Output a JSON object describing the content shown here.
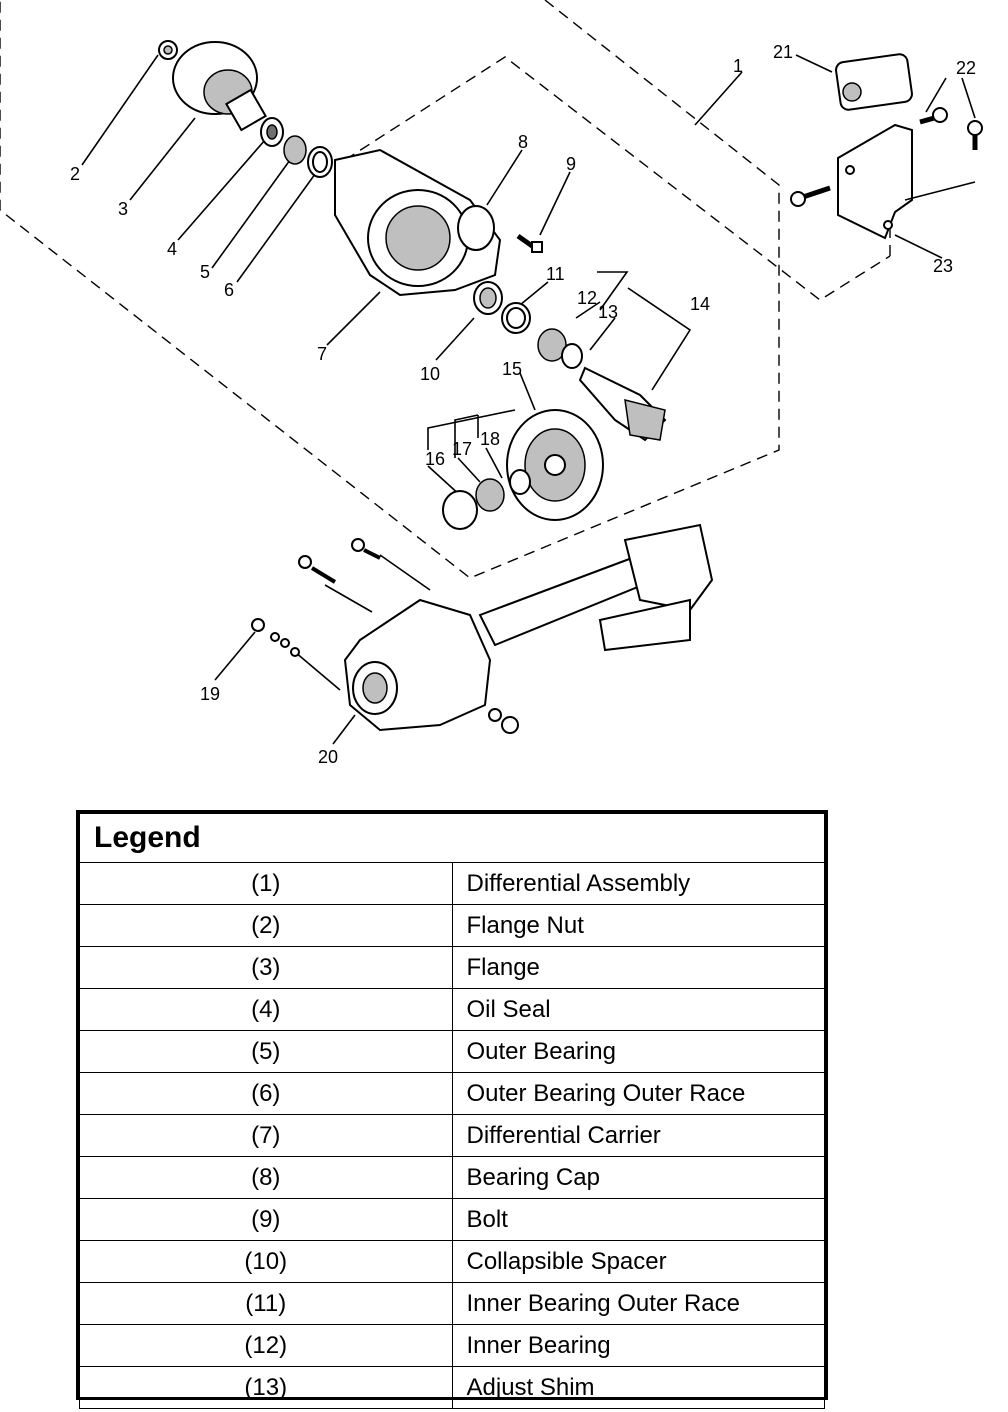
{
  "callouts": [
    "1",
    "2",
    "3",
    "4",
    "5",
    "6",
    "7",
    "8",
    "9",
    "10",
    "11",
    "12",
    "13",
    "14",
    "15",
    "16",
    "17",
    "18",
    "19",
    "20",
    "21",
    "22",
    "23"
  ],
  "legend": {
    "title": "Legend",
    "rows": [
      {
        "num": "(1)",
        "desc": "Differential Assembly"
      },
      {
        "num": "(2)",
        "desc": "Flange Nut"
      },
      {
        "num": "(3)",
        "desc": "Flange"
      },
      {
        "num": "(4)",
        "desc": "Oil Seal"
      },
      {
        "num": "(5)",
        "desc": "Outer Bearing"
      },
      {
        "num": "(6)",
        "desc": "Outer Bearing Outer Race"
      },
      {
        "num": "(7)",
        "desc": "Differential Carrier"
      },
      {
        "num": "(8)",
        "desc": "Bearing Cap"
      },
      {
        "num": "(9)",
        "desc": "Bolt"
      },
      {
        "num": "(10)",
        "desc": "Collapsible Spacer"
      },
      {
        "num": "(11)",
        "desc": "Inner Bearing Outer Race"
      },
      {
        "num": "(12)",
        "desc": "Inner Bearing"
      },
      {
        "num": "(13)",
        "desc": "Adjust Shim"
      }
    ]
  }
}
